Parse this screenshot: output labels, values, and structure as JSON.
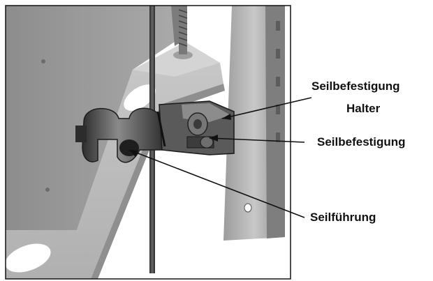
{
  "labels": {
    "seilbefestigung_halter_line1": "Seilbefestigung",
    "seilbefestigung_halter_line2": "Halter",
    "seilbefestigung": "Seilbefestigung",
    "seilfuehrung": "Seilführung"
  },
  "colors": {
    "frame_border": "#111111",
    "background_wall": "#9a9a9a",
    "floor_plate": "#bfbfbf",
    "metal_dark": "#3a3a3a",
    "metal_mid": "#6e6e6e",
    "label_text": "#111111"
  }
}
